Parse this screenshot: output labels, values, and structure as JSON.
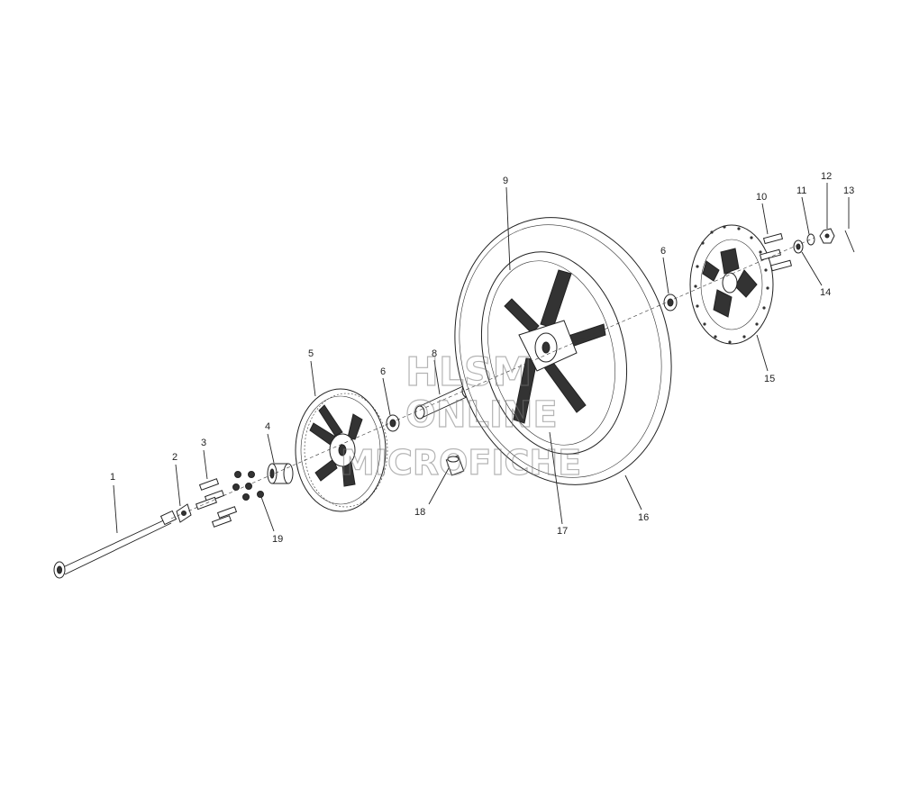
{
  "watermark": {
    "line1": "HLSM",
    "line2": "ONLINE",
    "line3": "MICROFICHE"
  },
  "callouts": [
    "1",
    "2",
    "3",
    "4",
    "5",
    "6",
    "6",
    "8",
    "9",
    "10",
    "11",
    "12",
    "13",
    "14",
    "15",
    "16",
    "17",
    "18",
    "19"
  ]
}
